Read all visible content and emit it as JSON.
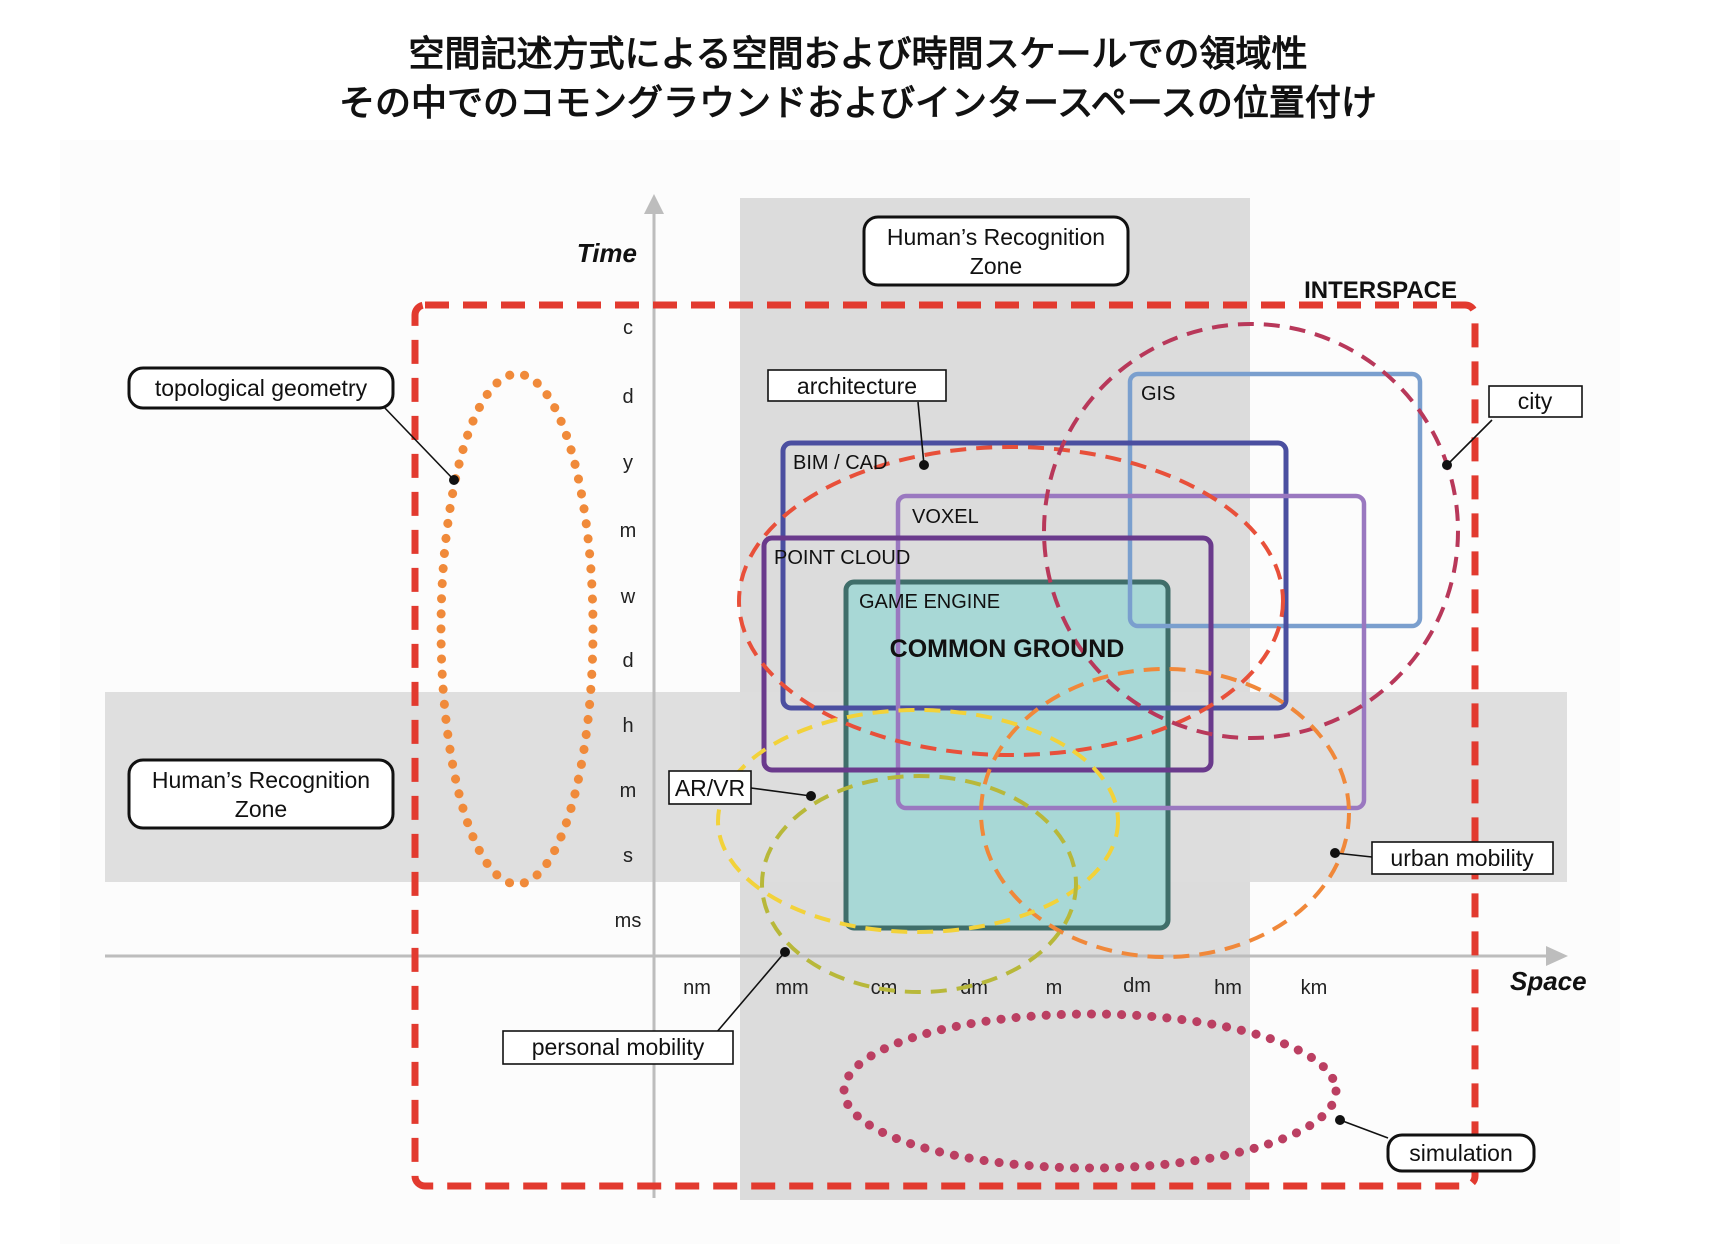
{
  "title": {
    "line1": "空間記述方式による空間および時間スケールでの領域性",
    "line2": "その中でのコモングラウンドおよびインタースペースの位置付け"
  },
  "axes": {
    "time_label": "Time",
    "space_label": "Space",
    "time_ticks": [
      "c",
      "d",
      "y",
      "m",
      "w",
      "d",
      "h",
      "m",
      "s",
      "ms"
    ],
    "space_ticks": [
      "nm",
      "mm",
      "cm",
      "dm",
      "m",
      "dm",
      "hm",
      "km"
    ]
  },
  "zones": {
    "human_recognition_zone": "Human’s Recognition Zone",
    "interspace": "INTERSPACE"
  },
  "regions": {
    "gis": "GIS",
    "bim_cad": "BIM / CAD",
    "voxel": "VOXEL",
    "point_cloud": "POINT CLOUD",
    "game_engine": "GAME ENGINE",
    "common_ground": "COMMON GROUND"
  },
  "callouts": {
    "topological_geometry": "topological geometry",
    "architecture": "architecture",
    "city": "city",
    "ar_vr": "AR/VR",
    "urban_mobility": "urban mobility",
    "personal_mobility": "personal mobility",
    "simulation": "simulation"
  },
  "colors": {
    "interspace": "#e23a2f",
    "game_engine_fill": "#a8d8d6",
    "game_engine_stroke": "#3f6e6a",
    "gis": "#7a9fce",
    "bim_cad": "#4b4fa0",
    "voxel": "#9a78c0",
    "point_cloud": "#6a3a8c",
    "topological_geometry": "#f08a3a",
    "architecture": "#e8503a",
    "city": "#b8385a",
    "urban_mobility": "#f0883a",
    "ar_vr": "#f2d23a",
    "personal_mobility": "#b8b83a",
    "simulation": "#bb3f62",
    "zone_band": "#dcdcdc"
  }
}
